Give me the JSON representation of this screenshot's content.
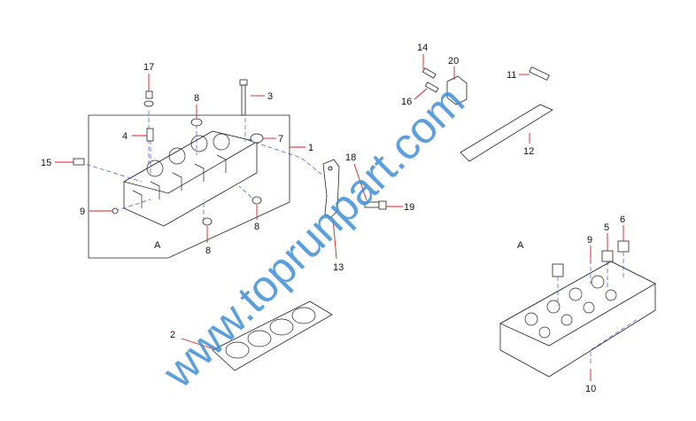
{
  "watermark": "www.toprunpart.com",
  "view_labels": {
    "left": "A",
    "right": "A"
  },
  "callouts": {
    "c17": "17",
    "c8a": "8",
    "c3": "3",
    "c4": "4",
    "c7": "7",
    "c1": "1",
    "c15": "15",
    "c9a": "9",
    "c8b": "8",
    "c8c": "8",
    "c14": "14",
    "c20": "20",
    "c11": "11",
    "c16": "16",
    "c12": "12",
    "c18": "18",
    "c19": "19",
    "c13": "13",
    "c2": "2",
    "c9b": "9",
    "c5": "5",
    "c6": "6",
    "c10": "10"
  }
}
